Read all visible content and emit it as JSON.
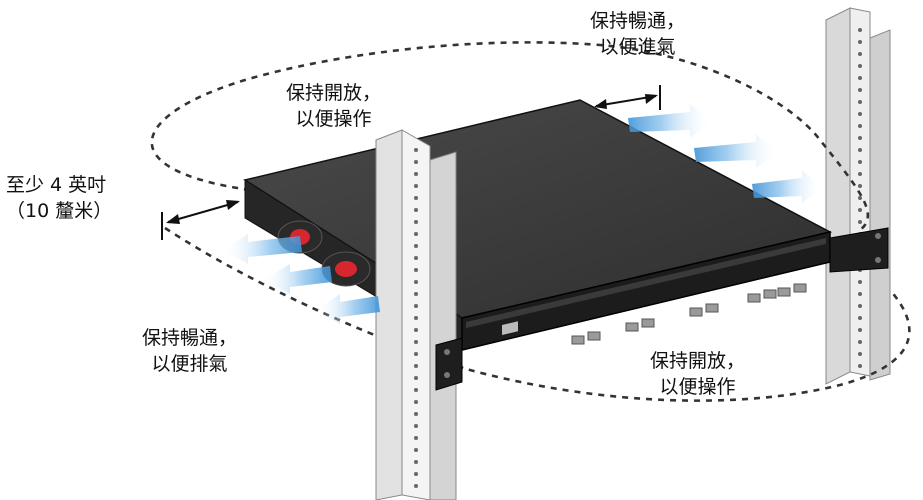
{
  "labels": {
    "clearance_top_right": [
      "保持暢通，",
      "以便進氣"
    ],
    "clearance_top_center": [
      "保持開放，",
      "以便操作"
    ],
    "min_distance": [
      "至少 4 英吋",
      "（10 釐米）"
    ],
    "clearance_left": [
      "保持暢通，",
      "以便排氣"
    ],
    "clearance_bottom_right": [
      "保持開放，",
      "以便操作"
    ]
  },
  "colors": {
    "airflow": "#5aa8e0",
    "fan_red": "#d8262e",
    "rack": "#e6e6e6",
    "device_top": "#3d3d3d",
    "device_front": "#1e1e1e",
    "dashed": "#333333"
  },
  "icons": [
    "airflow-arrow-icon",
    "fan-icon",
    "dimension-arrow-icon",
    "brand-logo-icon"
  ]
}
